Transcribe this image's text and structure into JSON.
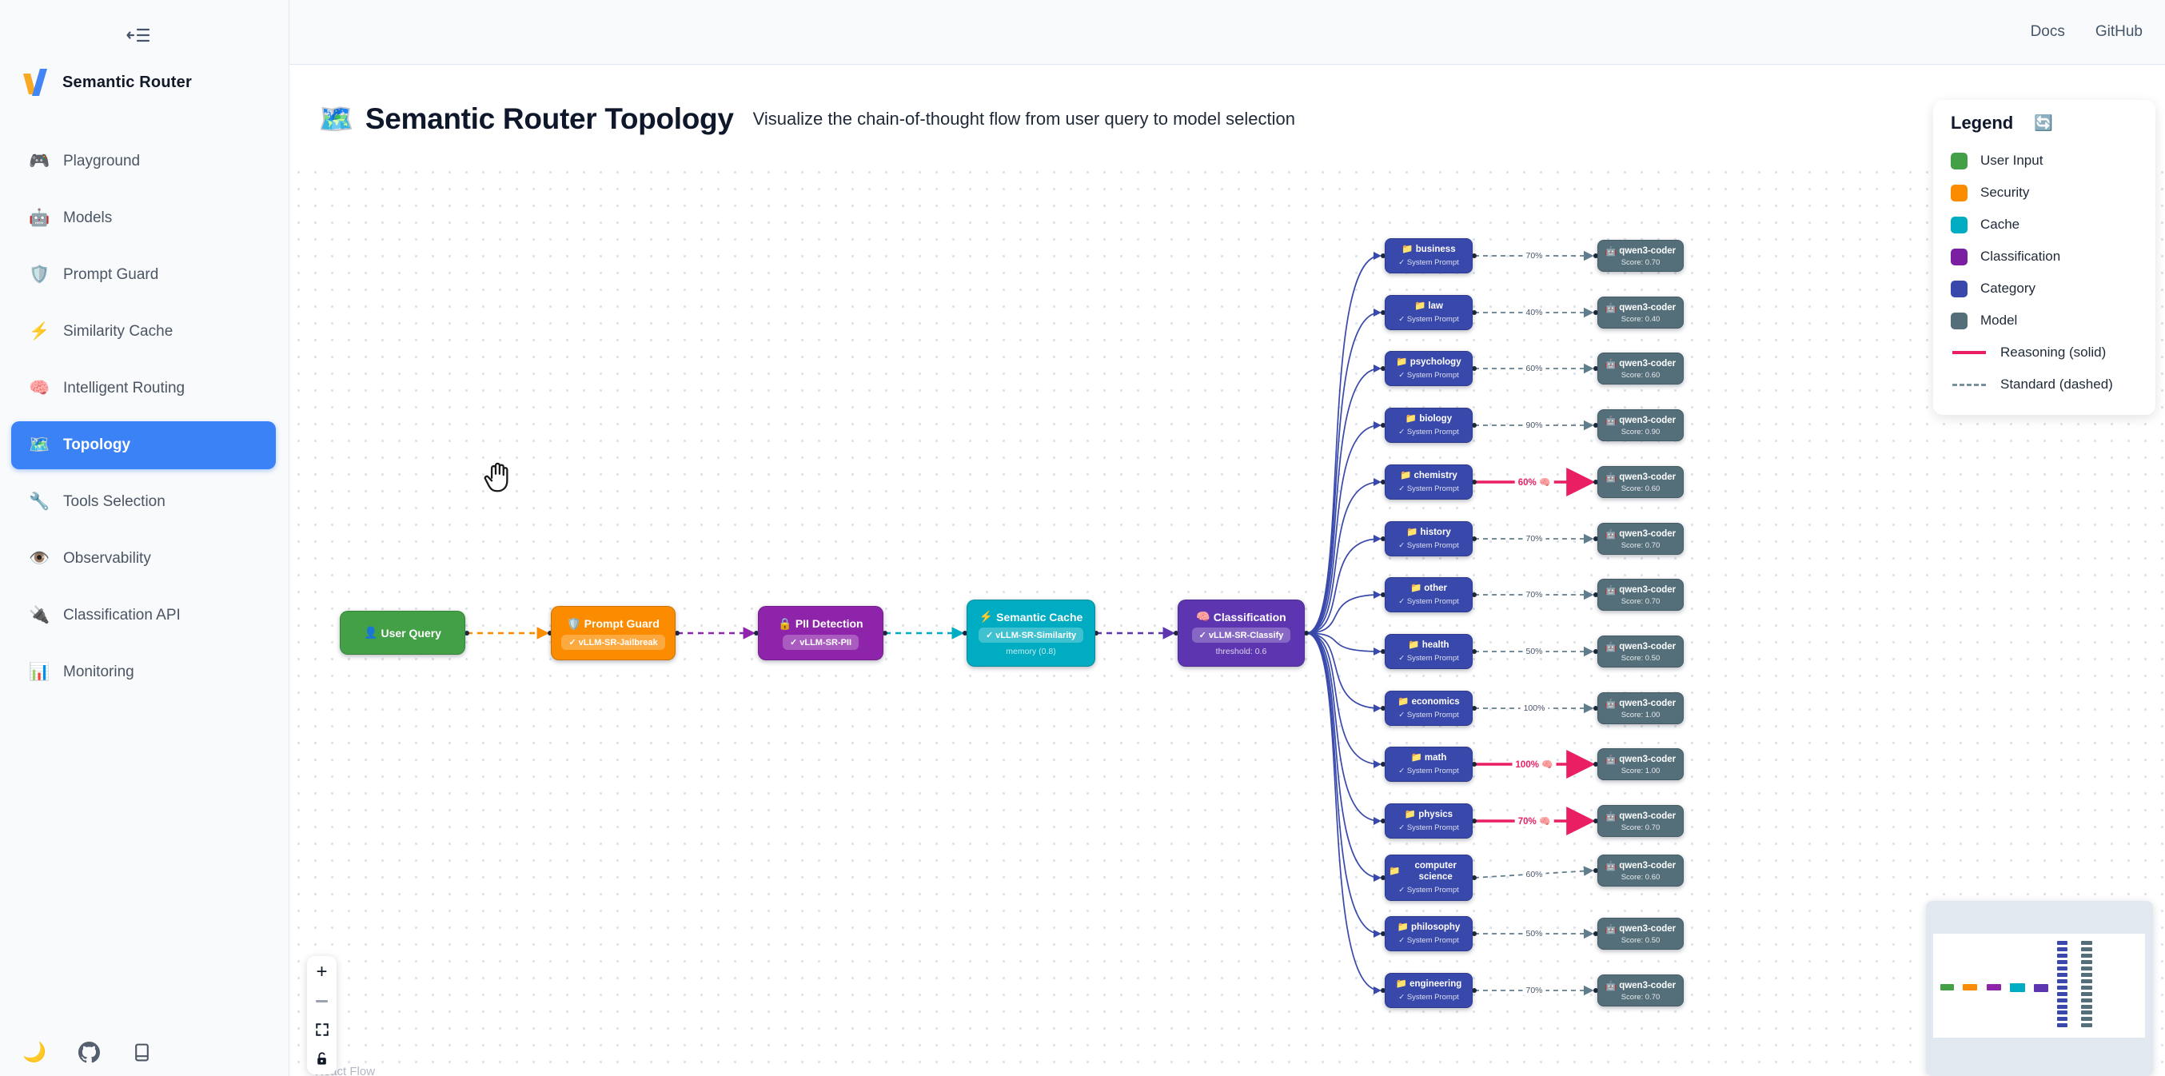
{
  "app": {
    "brand": "Semantic Router"
  },
  "topbar": {
    "links": [
      "Docs",
      "GitHub"
    ]
  },
  "sidebar": {
    "items": [
      {
        "icon": "gamepad-icon",
        "emoji": "🎮",
        "label": "Playground",
        "active": false
      },
      {
        "icon": "robot-icon",
        "emoji": "🤖",
        "label": "Models",
        "active": false
      },
      {
        "icon": "shield-icon",
        "emoji": "🛡️",
        "label": "Prompt Guard",
        "active": false
      },
      {
        "icon": "lightning-icon",
        "emoji": "⚡",
        "label": "Similarity Cache",
        "active": false
      },
      {
        "icon": "brain-icon",
        "emoji": "🧠",
        "label": "Intelligent Routing",
        "active": false
      },
      {
        "icon": "map-icon",
        "emoji": "🗺️",
        "label": "Topology",
        "active": true
      },
      {
        "icon": "wrench-icon",
        "emoji": "🔧",
        "label": "Tools Selection",
        "active": false
      },
      {
        "icon": "eye-icon",
        "emoji": "👁️",
        "label": "Observability",
        "active": false
      },
      {
        "icon": "plug-icon",
        "emoji": "🔌",
        "label": "Classification API",
        "active": false
      },
      {
        "icon": "chart-icon",
        "emoji": "📊",
        "label": "Monitoring",
        "active": false
      }
    ],
    "footer": {
      "moon_emoji": "🌙"
    }
  },
  "header": {
    "emoji": "🗺️",
    "title": "Semantic Router Topology",
    "subtitle": "Visualize the chain-of-thought flow from user query to model selection"
  },
  "legend": {
    "title": "Legend",
    "refresh_emoji": "🔄",
    "swatches": [
      {
        "label": "User Input",
        "color": "#43a047"
      },
      {
        "label": "Security",
        "color": "#fb8c00"
      },
      {
        "label": "Cache",
        "color": "#00acc1"
      },
      {
        "label": "Classification",
        "color": "#7b1fa2"
      },
      {
        "label": "Category",
        "color": "#3949ab"
      },
      {
        "label": "Model",
        "color": "#546e7a"
      }
    ],
    "lines": [
      {
        "label": "Reasoning (solid)",
        "color": "#e91e63",
        "dashed": false
      },
      {
        "label": "Standard (dashed)",
        "color": "#78909c",
        "dashed": true
      }
    ]
  },
  "flow": {
    "pipeline": [
      {
        "emoji": "👤",
        "title": "User Query",
        "color": "#43a047"
      },
      {
        "emoji": "🛡️",
        "title": "Prompt Guard",
        "badge": "✓ vLLM-SR-Jailbreak",
        "color": "#fb8c00"
      },
      {
        "emoji": "🔒",
        "title": "PII Detection",
        "badge": "✓ vLLM-SR-PII",
        "color": "#8e24aa"
      },
      {
        "emoji": "⚡",
        "title": "Semantic Cache",
        "badge": "✓ vLLM-SR-Similarity",
        "note": "memory (0.8)",
        "color": "#00acc1"
      },
      {
        "emoji": "🧠",
        "title": "Classification",
        "badge": "✓ vLLM-SR-Classify",
        "note": "threshold: 0.6",
        "color": "#5e35b1"
      }
    ],
    "pipeline_edge_colors": [
      "#fb8c00",
      "#8e24aa",
      "#00acc1",
      "#5e35b1"
    ],
    "category_emoji": "📁",
    "category_sub": "✓ System Prompt",
    "model_emoji": "🤖",
    "model_name": "qwen3-coder",
    "reasoning_emoji": "🧠",
    "categories": [
      {
        "label": "business",
        "percent": "70%",
        "score": "Score: 0.70",
        "reasoning": false
      },
      {
        "label": "law",
        "percent": "40%",
        "score": "Score: 0.40",
        "reasoning": false
      },
      {
        "label": "psychology",
        "percent": "60%",
        "score": "Score: 0.60",
        "reasoning": false
      },
      {
        "label": "biology",
        "percent": "90%",
        "score": "Score: 0.90",
        "reasoning": false
      },
      {
        "label": "chemistry",
        "percent": "60%",
        "score": "Score: 0.60",
        "reasoning": true
      },
      {
        "label": "history",
        "percent": "70%",
        "score": "Score: 0.70",
        "reasoning": false
      },
      {
        "label": "other",
        "percent": "70%",
        "score": "Score: 0.70",
        "reasoning": false
      },
      {
        "label": "health",
        "percent": "50%",
        "score": "Score: 0.50",
        "reasoning": false
      },
      {
        "label": "economics",
        "percent": "100%",
        "score": "Score: 1.00",
        "reasoning": false
      },
      {
        "label": "math",
        "percent": "100%",
        "score": "Score: 1.00",
        "reasoning": true
      },
      {
        "label": "physics",
        "percent": "70%",
        "score": "Score: 0.70",
        "reasoning": true
      },
      {
        "label": "computer science",
        "percent": "60%",
        "score": "Score: 0.60",
        "reasoning": false
      },
      {
        "label": "philosophy",
        "percent": "50%",
        "score": "Score: 0.50",
        "reasoning": false
      },
      {
        "label": "engineering",
        "percent": "70%",
        "score": "Score: 0.70",
        "reasoning": false
      }
    ]
  },
  "controls": {
    "zoom_in": "+",
    "zoom_out": "−"
  },
  "canvas": {
    "attribution": "React Flow"
  },
  "colors": {
    "accent_active": "#3b82f6",
    "edge_standard": "#607d8b",
    "edge_reasoning": "#e91e63",
    "edge_fanout": "#3949ab",
    "handle": "#1e293b",
    "category_node": "#3949ab",
    "model_node": "#546e7a"
  }
}
